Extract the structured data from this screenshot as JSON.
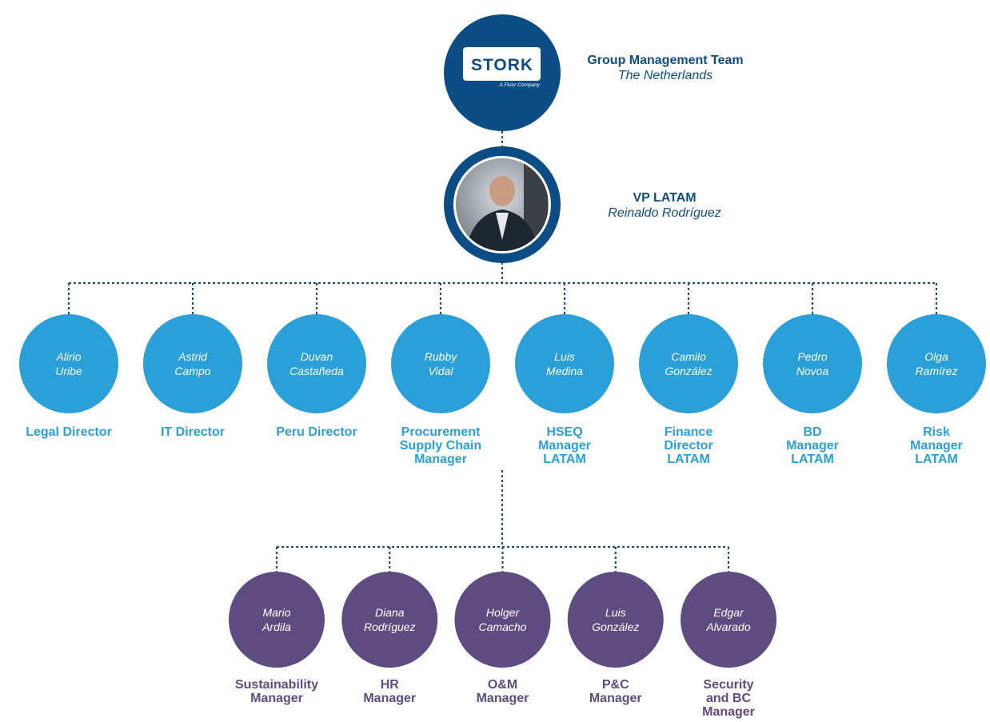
{
  "colors": {
    "top": "#0d4d85",
    "director": "#2a9fd8",
    "manager": "#5e4b80",
    "connector": "#1f4e79"
  },
  "group": {
    "logo_text": "STORK",
    "logo_sub": "A Fluor Company",
    "title": "Group Management Team",
    "subtitle": "The Netherlands"
  },
  "vp": {
    "title": "VP LATAM",
    "name": "Reinaldo Rodríguez"
  },
  "directors": [
    {
      "name": [
        "Alirio",
        "Uribe"
      ],
      "role": [
        "Legal Director"
      ]
    },
    {
      "name": [
        "Astrid",
        "Campo"
      ],
      "role": [
        "IT Director"
      ]
    },
    {
      "name": [
        "Duvan",
        "Castañeda"
      ],
      "role": [
        "Peru Director"
      ]
    },
    {
      "name": [
        "Rubby",
        "Vidal"
      ],
      "role": [
        "Procurement",
        "Supply Chain",
        "Manager"
      ]
    },
    {
      "name": [
        "Luis",
        "Medina"
      ],
      "role": [
        "HSEQ",
        "Manager",
        "LATAM"
      ]
    },
    {
      "name": [
        "Camilo",
        "González"
      ],
      "role": [
        "Finance",
        "Director",
        "LATAM"
      ]
    },
    {
      "name": [
        "Pedro",
        "Novoa"
      ],
      "role": [
        "BD",
        "Manager",
        "LATAM"
      ]
    },
    {
      "name": [
        "Olga",
        "Ramírez"
      ],
      "role": [
        "Risk",
        "Manager",
        "LATAM"
      ]
    }
  ],
  "managers": [
    {
      "name": [
        "Mario",
        "Ardila"
      ],
      "role": [
        "Sustainability",
        "Manager"
      ]
    },
    {
      "name": [
        "Diana",
        "Rodríguez"
      ],
      "role": [
        "HR",
        "Manager"
      ]
    },
    {
      "name": [
        "Holger",
        "Camacho"
      ],
      "role": [
        "O&M",
        "Manager"
      ]
    },
    {
      "name": [
        "Luis",
        "González"
      ],
      "role": [
        "P&C",
        "Manager"
      ]
    },
    {
      "name": [
        "Edgar",
        "Alvarado"
      ],
      "role": [
        "Security",
        "and BC",
        "Manager"
      ]
    }
  ]
}
